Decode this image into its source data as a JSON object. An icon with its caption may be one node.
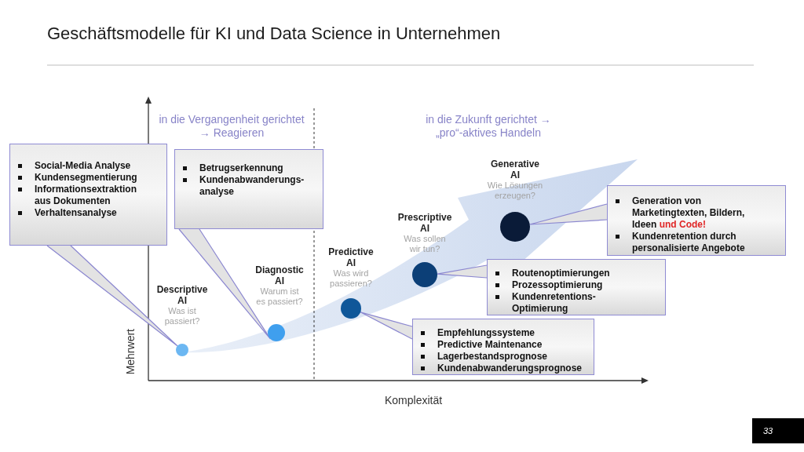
{
  "diagram": {
    "title": "Geschäftsmodelle für KI und Data Science in Unternehmen",
    "nodes": [
      {
        "text": [
          "Descriptive AI",
          "Was ist passiert?"
        ]
      },
      {
        "text": [
          "Diagnostic AI",
          "Warum ist es passiert?"
        ]
      },
      {
        "text": [
          "Predictive AI",
          "Was wird passieren?"
        ]
      },
      {
        "text": [
          "Prescriptive AI",
          "Was sollen wir tun?"
        ]
      },
      {
        "text": [
          "Generative AI",
          "Wie Lösungen erzeugen?"
        ]
      },
      {
        "text": [
          "Social-Media Analyse",
          "Kundensegmentierung",
          "Informationsextraktion aus Dokumenten",
          "Verhaltensanalyse"
        ]
      },
      {
        "text": [
          "Betrugserkennung",
          "Kundenabwanderungs- analyse"
        ]
      },
      {
        "text": [
          "Empfehlungssysteme",
          "Predictive Maintenance",
          "Lagerbestandsprognose",
          "Kundenabwanderungsprognose"
        ]
      },
      {
        "text": [
          "Routenoptimierungen",
          "Prozessoptimierung",
          "Kundenretentions- Optimierung"
        ]
      },
      {
        "text": [
          "Generation von Marketingtexten, Bildern, Ideen **und Code!**",
          "Kundenretention durch personalisierte Angebote"
        ]
      }
    ],
    "edges": [
      {
        "from": 5,
        "to": 0,
        "arrow": "none"
      },
      {
        "from": 6,
        "to": 1,
        "arrow": "none"
      },
      {
        "from": 7,
        "to": 2,
        "arrow": "none"
      },
      {
        "from": 8,
        "to": 3,
        "arrow": "none"
      },
      {
        "from": 9,
        "to": 4,
        "arrow": "none"
      }
    ],
    "labels": [
      "in die Vergangenheit gerichtet → Reagieren",
      "in die Zukunft gerichtet → „pro“-aktives Handeln",
      "Mehrwert",
      "Komplexität",
      "33"
    ]
  }
}
